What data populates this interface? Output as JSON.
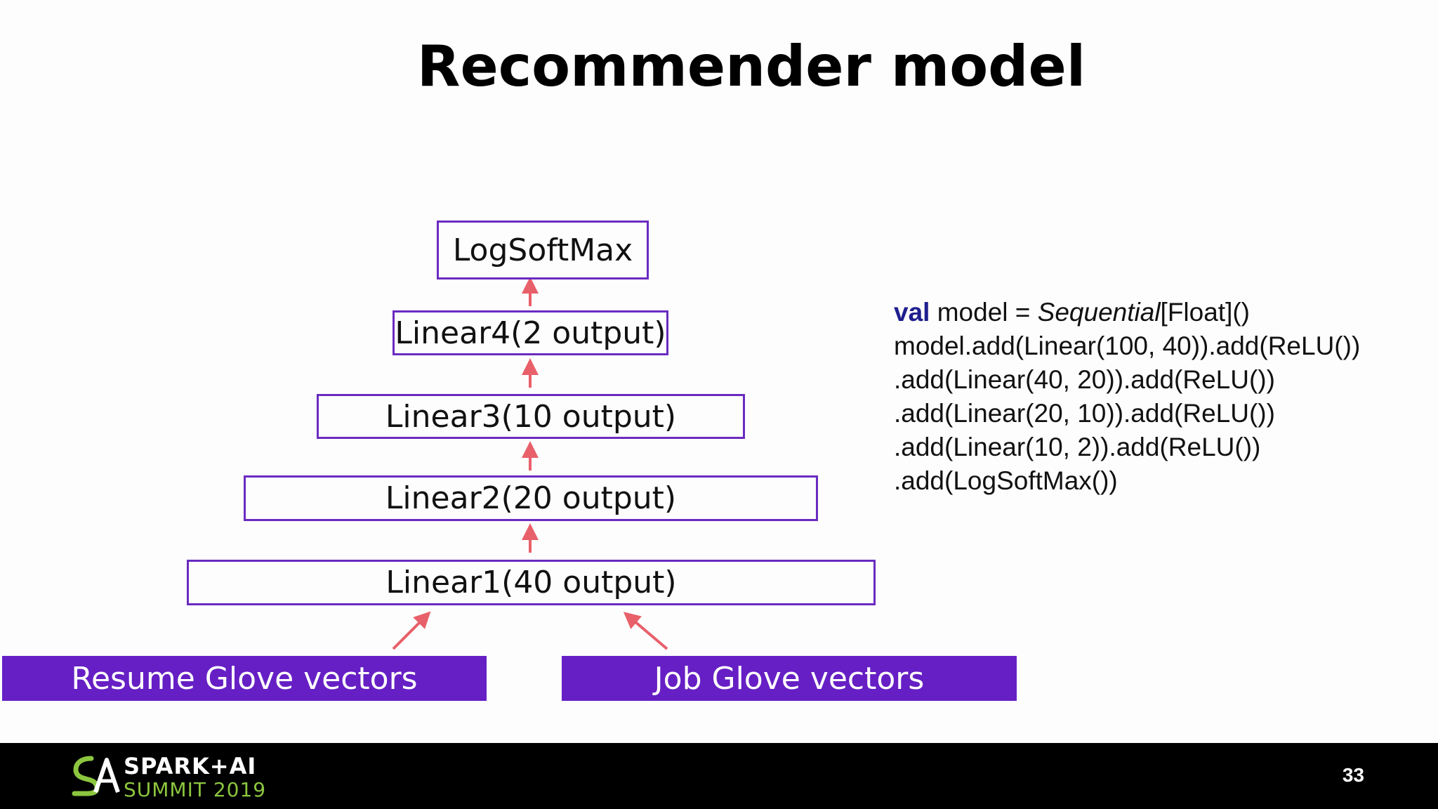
{
  "slide": {
    "title": "Recommender model",
    "page_number": "33"
  },
  "diagram": {
    "layers": [
      {
        "label": "LogSoftMax"
      },
      {
        "label": "Linear4(2 output)"
      },
      {
        "label": "Linear3(10 output)"
      },
      {
        "label": "Linear2(20 output)"
      },
      {
        "label": "Linear1(40 output)"
      }
    ],
    "inputs": [
      {
        "label": "Resume Glove vectors"
      },
      {
        "label": "Job Glove vectors"
      }
    ],
    "colors": {
      "box_border": "#6a2bc0",
      "input_fill": "#661fc4",
      "arrow": "#e8606a"
    }
  },
  "code": {
    "line1_keyword": "val",
    "line1_text1": " model = ",
    "line1_italic": "Sequential",
    "line1_text2": "[Float]()",
    "line2": "model.add(Linear(100, 40)).add(ReLU())",
    "line3": ".add(Linear(40, 20)).add(ReLU())",
    "line4": ".add(Linear(20, 10)).add(ReLU())",
    "line5": ".add(Linear(10, 2)).add(ReLU())",
    "line6": ".add(LogSoftMax())"
  },
  "footer": {
    "logo_line1": "SPARK+AI",
    "logo_line2": "SUMMIT 2019"
  }
}
